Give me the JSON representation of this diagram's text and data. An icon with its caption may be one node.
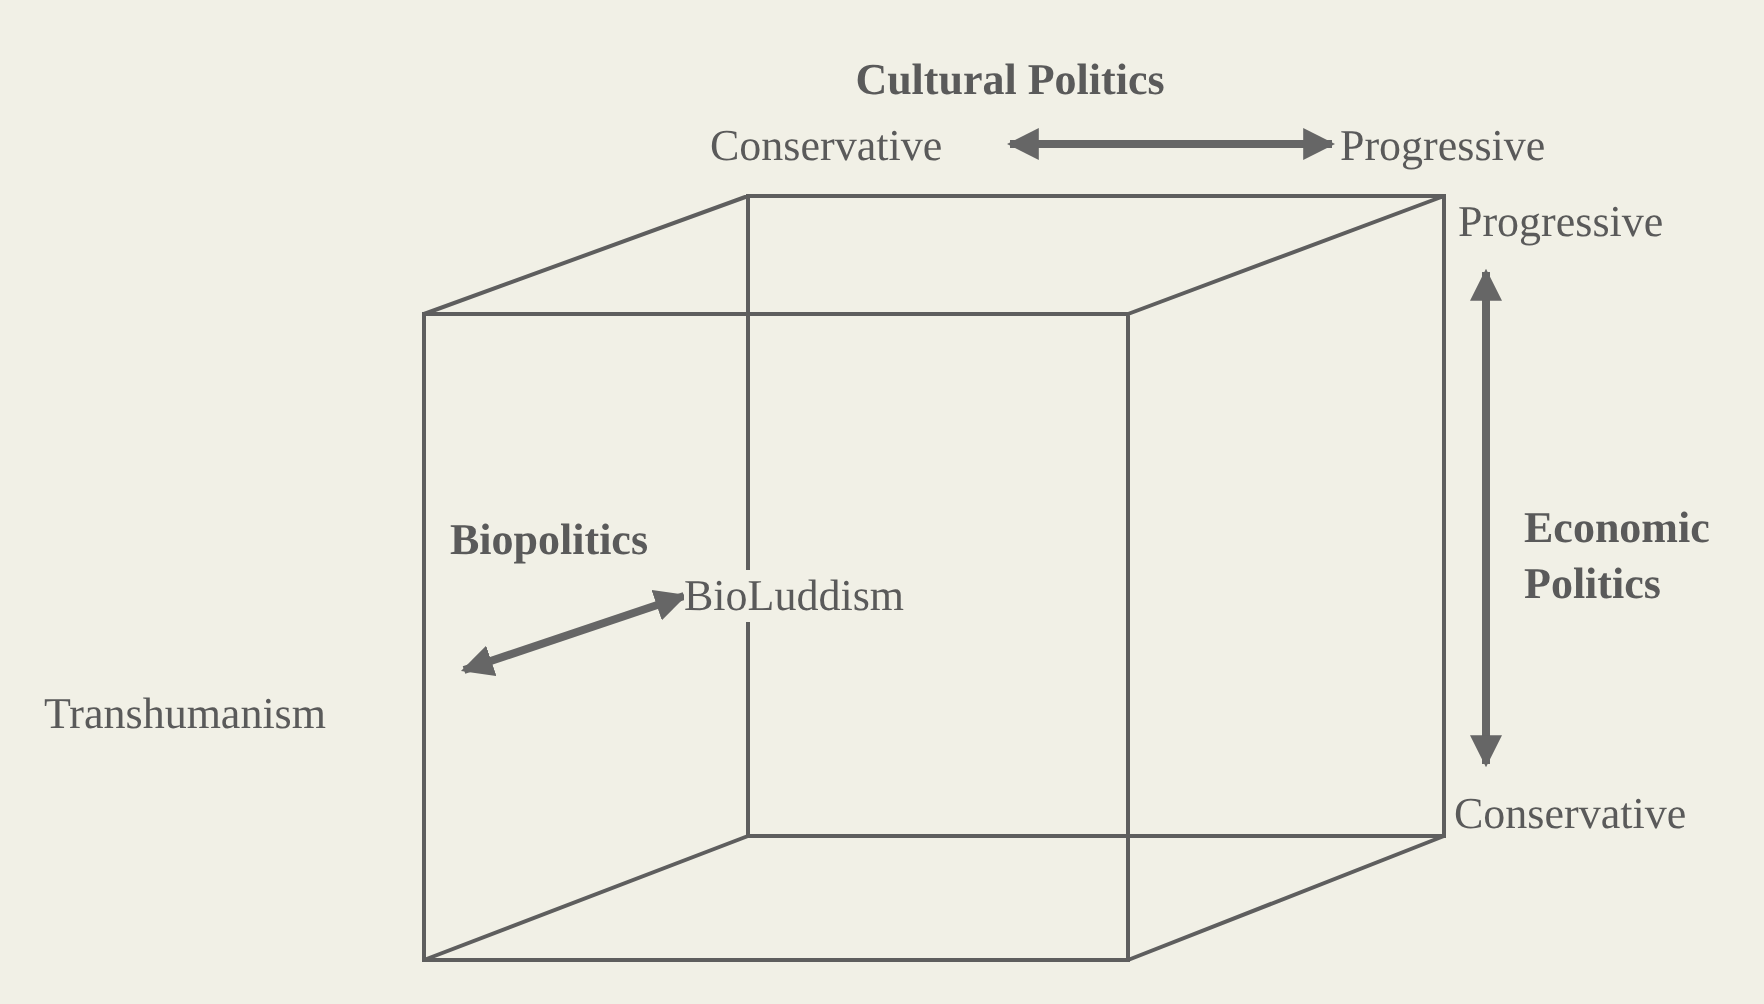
{
  "diagram": {
    "nodes": [
      {
        "text": [
          "Conservative"
        ]
      },
      {
        "text": [
          "Progressive"
        ]
      },
      {
        "text": [
          "Progressive"
        ]
      },
      {
        "text": [
          "Conservative"
        ]
      },
      {
        "text": [
          "BioLuddism"
        ]
      },
      {
        "text": [
          "Transhumanism"
        ]
      }
    ],
    "edges": [
      {
        "from": 0,
        "to": 1,
        "arrow": "both"
      },
      {
        "from": 2,
        "to": 3,
        "arrow": "both"
      },
      {
        "from": 5,
        "to": 4,
        "arrow": "both"
      }
    ],
    "labels": [
      "Cultural Politics",
      "Economic Politics",
      "Biopolitics"
    ]
  }
}
